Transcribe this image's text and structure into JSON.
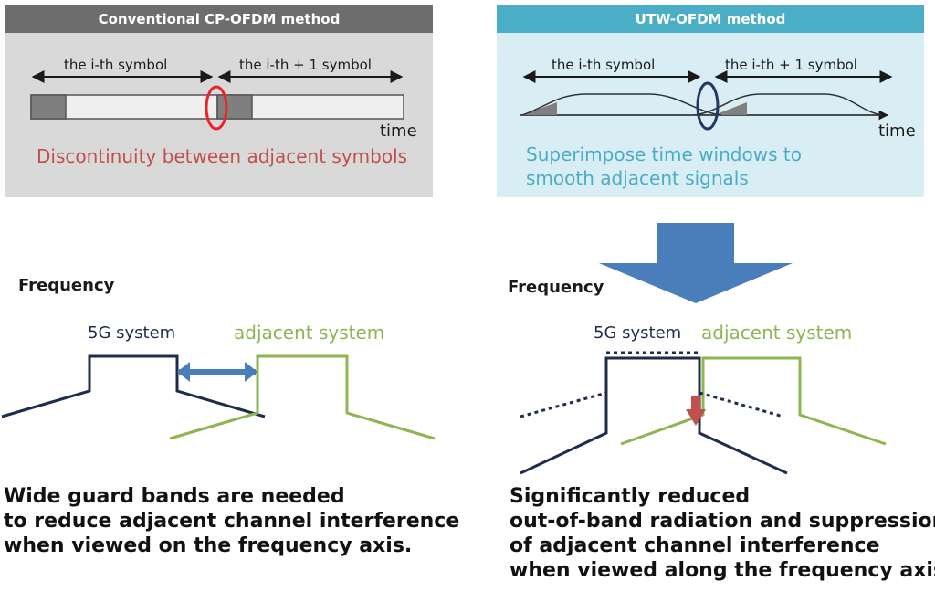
{
  "left_panel": {
    "title": "Conventional CP-OFDM method",
    "symbol_i": "the i-th symbol",
    "symbol_i1": "the i-th + 1 symbol",
    "time_label": "time",
    "caption": "Discontinuity between adjacent symbols"
  },
  "right_panel": {
    "title": "UTW-OFDM method",
    "symbol_i": "the i-th symbol",
    "symbol_i1": "the i-th + 1 symbol",
    "time_label": "time",
    "caption_lines": [
      "Superimpose time windows to",
      "smooth adjacent signals"
    ]
  },
  "left_spectrum": {
    "axis_label": "Frequency",
    "system_label": "5G system",
    "adjacent_label": "adjacent system",
    "description_lines": [
      "Wide guard bands are needed",
      "to reduce adjacent channel interference",
      "when viewed on the frequency axis."
    ]
  },
  "right_spectrum": {
    "axis_label": "Frequency",
    "system_label": "5G system",
    "adjacent_label": "adjacent system",
    "description_lines": [
      "Significantly reduced",
      "out-of-band radiation and suppression",
      "of adjacent channel interference",
      "when viewed along the frequency axis."
    ]
  },
  "colors": {
    "left_header": "#6d6d6d",
    "right_header": "#4aaec7",
    "left_panel_bg": "#d9d9d9",
    "right_panel_bg": "#d8edf4",
    "discontinuity_red": "#c0504d",
    "smooth_blue": "#4bacc6",
    "system_navy": "#1f2d4d",
    "adjacent_green": "#8db552",
    "arrow_blue": "#4a7ebb"
  }
}
